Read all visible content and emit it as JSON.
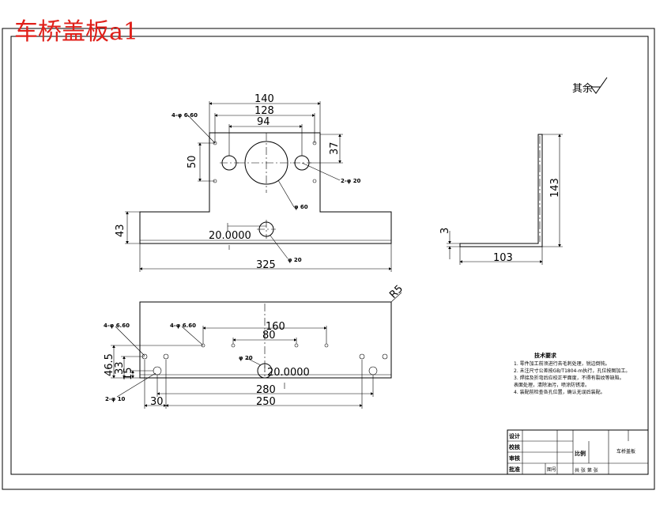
{
  "title": "车桥盖板a1",
  "roughness_note": "其余",
  "front_view": {
    "dims": {
      "w140": "140",
      "w128": "128",
      "w94": "94",
      "h50": "50",
      "h37": "37",
      "h43": "43",
      "w325": "325",
      "offset": "20.0000",
      "hole_4_6": "4-φ 6.60",
      "hole_2_20": "2-φ 20",
      "hole_60": "φ 60",
      "hole_20": "φ 20"
    }
  },
  "side_view": {
    "dims": {
      "h143": "143",
      "t3": "3",
      "w103": "103"
    }
  },
  "bottom_view": {
    "dims": {
      "w160": "160",
      "w80": "80",
      "h46_5": "46.5",
      "h33": "33",
      "h15": "15",
      "w280": "280",
      "w250": "250",
      "w30": "30",
      "r5": "R5",
      "offset": "20.0000",
      "hole_a": "4-φ 6.60",
      "hole_b": "4-φ 6.60",
      "hole_c": "φ 20",
      "hole_d": "2-φ 10"
    }
  },
  "tech_req": {
    "heading": "技术要求",
    "lines": [
      "1. 零件加工前须进行去毛刺处理，锐边倒钝。",
      "2. 未注尺寸公差按GB/T1804-m执行，孔位按图加工。",
      "3. 焊接及折弯后应校正平面度，不得有裂纹等缺陷。",
      "   表面处理，清除油污，喷涂防锈漆。",
      "4. 装配前检查各孔位置，确认无误后装配。"
    ]
  },
  "title_block": {
    "design": "设计",
    "check": "校核",
    "audit": "审核",
    "approve": "批准",
    "scale": "比例",
    "part_name": "车桥盖板",
    "sheet": "共 张 第 张",
    "no": "图号"
  }
}
